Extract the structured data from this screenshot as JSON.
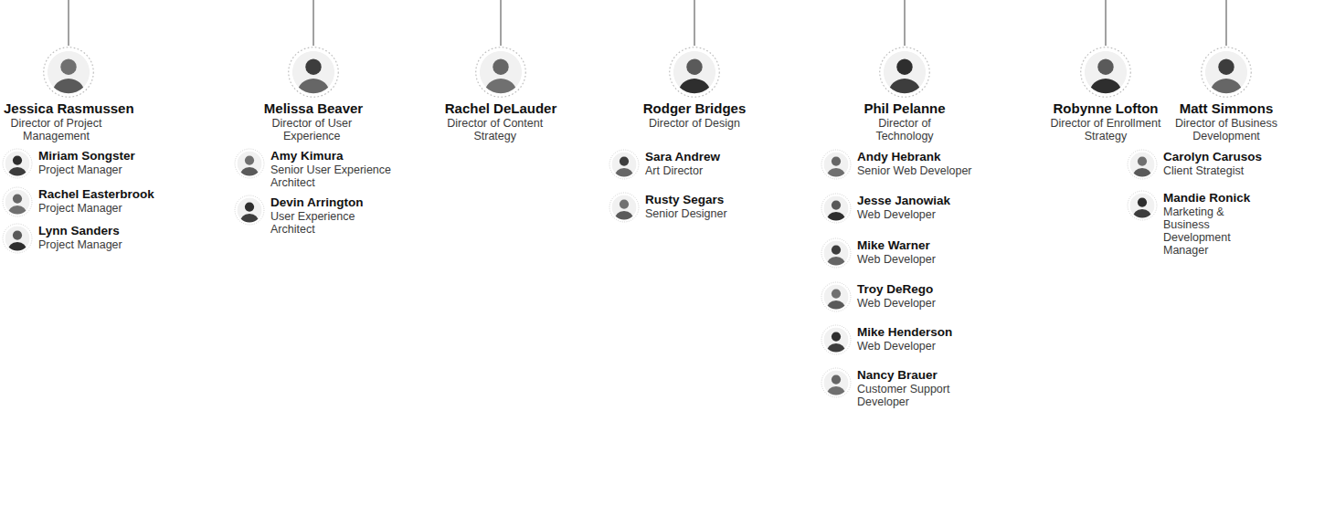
{
  "diagram": {
    "nodes": [
      {
        "text": [
          "Jessica Rasmussen",
          "Director of Project Management"
        ]
      },
      {
        "text": [
          "Miriam Songster",
          "Project Manager"
        ]
      },
      {
        "text": [
          "Rachel Easterbrook",
          "Project Manager"
        ]
      },
      {
        "text": [
          "Lynn Sanders",
          "Project Manager"
        ]
      },
      {
        "text": [
          "Melissa Beaver",
          "Director of User Experience"
        ]
      },
      {
        "text": [
          "Amy Kimura",
          "Senior User Experience Architect"
        ]
      },
      {
        "text": [
          "Devin Arrington",
          "User Experience Architect"
        ]
      },
      {
        "text": [
          "Rachel DeLauder",
          "Director of Content Strategy"
        ]
      },
      {
        "text": [
          "Rodger Bridges",
          "Director of Design"
        ]
      },
      {
        "text": [
          "Sara Andrew",
          "Art Director"
        ]
      },
      {
        "text": [
          "Rusty Segars",
          "Senior Designer"
        ]
      },
      {
        "text": [
          "Phil Pelanne",
          "Director of Technology"
        ]
      },
      {
        "text": [
          "Andy Hebrank",
          "Senior Web Developer"
        ]
      },
      {
        "text": [
          "Jesse Janowiak",
          "Web Developer"
        ]
      },
      {
        "text": [
          "Mike Warner",
          "Web Developer"
        ]
      },
      {
        "text": [
          "Troy DeRego",
          "Web Developer"
        ]
      },
      {
        "text": [
          "Mike Henderson",
          "Web Developer"
        ]
      },
      {
        "text": [
          "Nancy Brauer",
          "Customer Support Developer"
        ]
      },
      {
        "text": [
          "Robynne Lofton",
          "Director of Enrollment Strategy"
        ]
      },
      {
        "text": [
          "Matt Simmons",
          "Director of Business Development"
        ]
      },
      {
        "text": [
          "Carolyn Carusos",
          "Client Strategist"
        ]
      },
      {
        "text": [
          "Mandie Ronick",
          "Marketing & Business Development Manager"
        ]
      }
    ]
  }
}
